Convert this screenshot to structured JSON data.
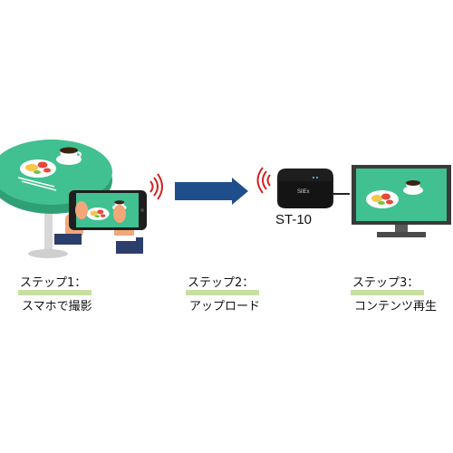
{
  "colors": {
    "table_top": "#3fbf90",
    "table_leg": "#d8d8d8",
    "phone_body": "#1e1e1e",
    "screen_bg": "#3fbf90",
    "arrow": "#1f4e8c",
    "signal": "#d32222",
    "monitor_frame": "#3a3a3a",
    "step_underline": "#c9dfa2"
  },
  "device": {
    "name": "ST-10",
    "logo": "SilEx"
  },
  "steps": [
    {
      "title": "ステップ1：",
      "caption": "スマホで撮影"
    },
    {
      "title": "ステップ2：",
      "caption": "アップロード"
    },
    {
      "title": "ステップ3：",
      "caption": "コンテンツ再生"
    }
  ]
}
